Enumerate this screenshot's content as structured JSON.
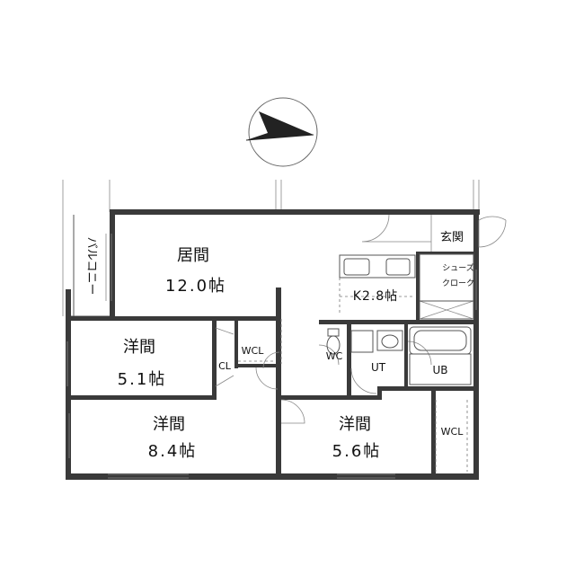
{
  "rooms": {
    "living_name": "居間",
    "living_size": "12.0帖",
    "kitchen": "K2.8帖",
    "entrance": "玄関",
    "shoe_cloak_1": "シューズ",
    "shoe_cloak_2": "クローク",
    "balcony": "バルコニー",
    "western1_name": "洋間",
    "western1_size": "5.1帖",
    "closet": "CL",
    "wcl1": "WCL",
    "wc": "WC",
    "ut": "UT",
    "ub": "UB",
    "western2_name": "洋間",
    "western2_size": "8.4帖",
    "western3_name": "洋間",
    "western3_size": "5.6帖",
    "wcl2": "WCL"
  },
  "compass": {
    "icon": "north-arrow-icon"
  }
}
